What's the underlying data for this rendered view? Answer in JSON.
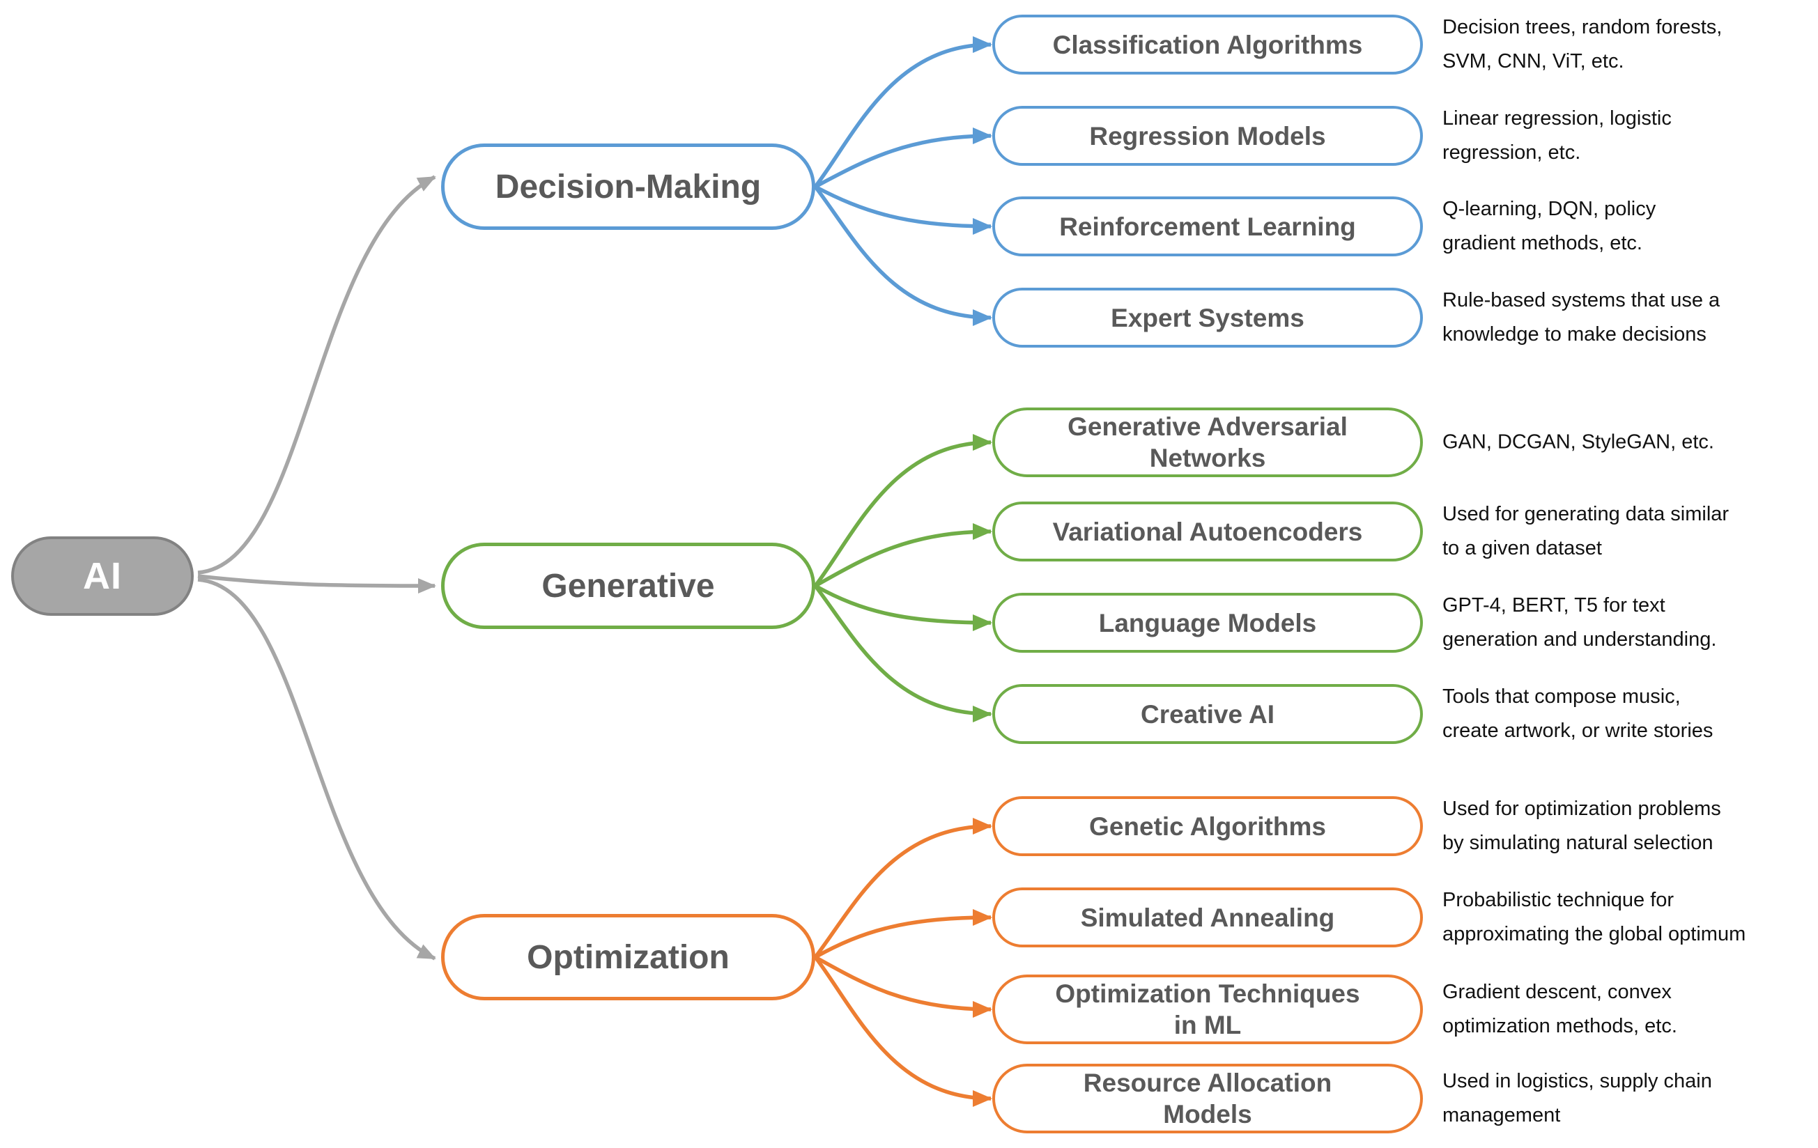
{
  "colors": {
    "blue": "#5b9bd5",
    "green": "#70ad47",
    "orange": "#ed7d31",
    "connector_gray": "#a6a6a6",
    "root_fill": "#a6a6a6",
    "label_gray": "#595959"
  },
  "root": {
    "label": "AI"
  },
  "branches": [
    {
      "label": "Decision-Making",
      "children": [
        {
          "label": "Classification Algorithms",
          "desc": "Decision trees, random forests,\nSVM, CNN, ViT, etc."
        },
        {
          "label": "Regression Models",
          "desc": "Linear regression, logistic\nregression, etc."
        },
        {
          "label": "Reinforcement Learning",
          "desc": "Q-learning, DQN, policy\ngradient methods, etc."
        },
        {
          "label": "Expert Systems",
          "desc": "Rule-based systems that use a\nknowledge to make decisions"
        }
      ]
    },
    {
      "label": "Generative",
      "children": [
        {
          "label": "Generative Adversarial\nNetworks",
          "desc": "GAN, DCGAN, StyleGAN, etc."
        },
        {
          "label": "Variational Autoencoders",
          "desc": "Used for generating data similar\nto a given dataset"
        },
        {
          "label": "Language Models",
          "desc": "GPT-4, BERT, T5 for text\ngeneration and understanding."
        },
        {
          "label": "Creative AI",
          "desc": "Tools that compose music,\ncreate artwork, or write stories"
        }
      ]
    },
    {
      "label": "Optimization",
      "children": [
        {
          "label": "Genetic Algorithms",
          "desc": "Used for optimization problems\nby simulating natural selection"
        },
        {
          "label": "Simulated Annealing",
          "desc": "Probabilistic technique for\napproximating the global optimum"
        },
        {
          "label": "Optimization Techniques\nin ML",
          "desc": "Gradient descent, convex\noptimization methods, etc."
        },
        {
          "label": "Resource Allocation\nModels",
          "desc": "Used in logistics, supply chain\nmanagement"
        }
      ]
    }
  ]
}
